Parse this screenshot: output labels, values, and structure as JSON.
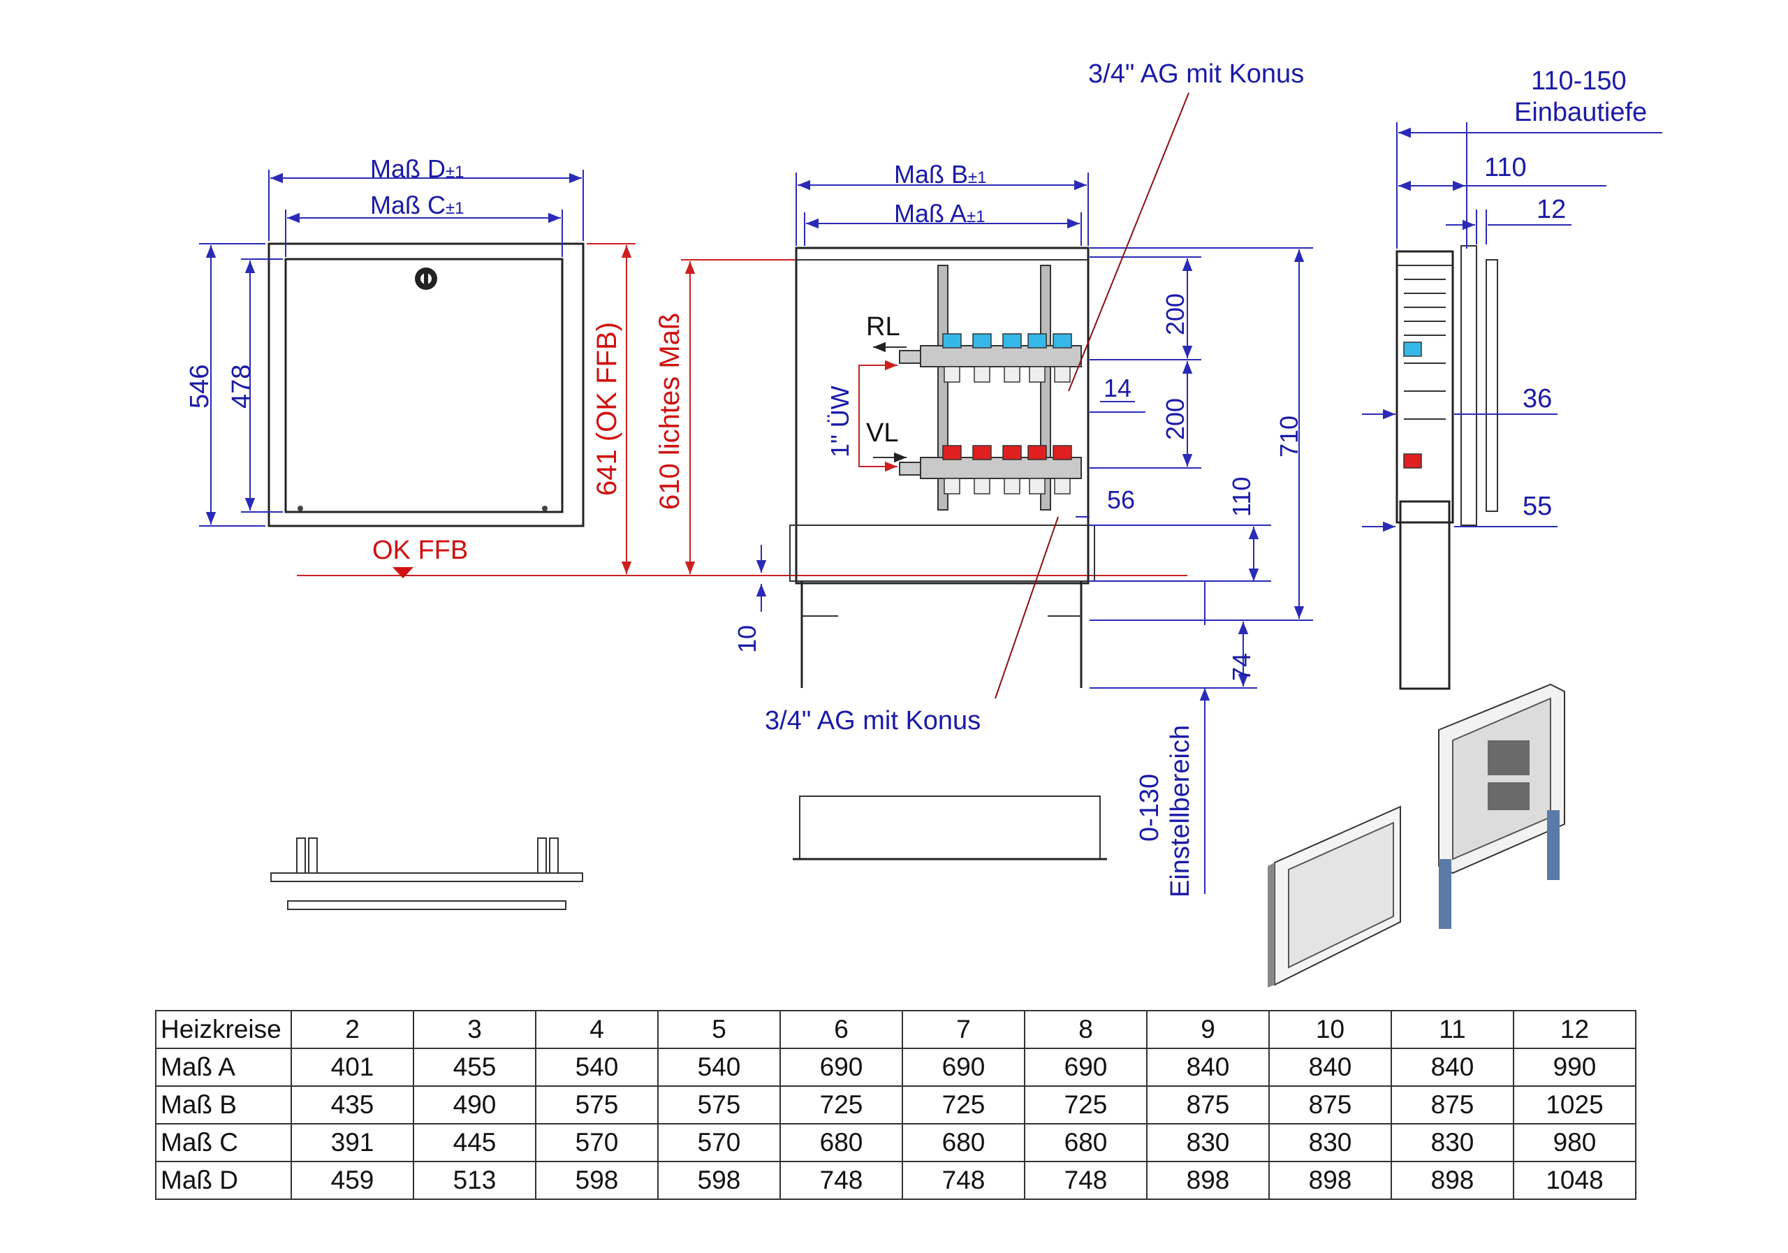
{
  "labels": {
    "mass_d": "Maß D",
    "mass_c": "Maß C",
    "mass_b": "Maß B",
    "mass_a": "Maß A",
    "tol": "±1",
    "h546": "546",
    "h478": "478",
    "ok_ffb_641": "641 (OK FFB)",
    "lichtes_610": "610 lichtes Maß",
    "ok_ffb": "OK FFB",
    "rl": "RL",
    "vl": "VL",
    "uew": "1\" ÜW",
    "konus_top": "3/4\" AG mit Konus",
    "konus_bottom": "3/4\" AG mit Konus",
    "d200a": "200",
    "d200b": "200",
    "d14": "14",
    "d56": "56",
    "d110": "110",
    "d710": "710",
    "d10": "10",
    "d74": "74",
    "einstell_range": "0-130",
    "einstell_word": "Einstellbereich",
    "einbau_range": "110-150",
    "einbau_word": "Einbautiefe",
    "side110": "110",
    "side12": "12",
    "side36": "36",
    "side55": "55"
  },
  "colors": {
    "dimension_blue": "#1a1aa8",
    "dimension_red": "#d01010",
    "valve_blue": "#35b8e8",
    "valve_red": "#e02020"
  },
  "table": {
    "header": [
      "Heizkreise",
      "2",
      "3",
      "4",
      "5",
      "6",
      "7",
      "8",
      "9",
      "10",
      "11",
      "12"
    ],
    "rows": [
      [
        "Maß A",
        "401",
        "455",
        "540",
        "540",
        "690",
        "690",
        "690",
        "840",
        "840",
        "840",
        "990"
      ],
      [
        "Maß B",
        "435",
        "490",
        "575",
        "575",
        "725",
        "725",
        "725",
        "875",
        "875",
        "875",
        "1025"
      ],
      [
        "Maß C",
        "391",
        "445",
        "570",
        "570",
        "680",
        "680",
        "680",
        "830",
        "830",
        "830",
        "980"
      ],
      [
        "Maß D",
        "459",
        "513",
        "598",
        "598",
        "748",
        "748",
        "748",
        "898",
        "898",
        "898",
        "1048"
      ]
    ]
  }
}
